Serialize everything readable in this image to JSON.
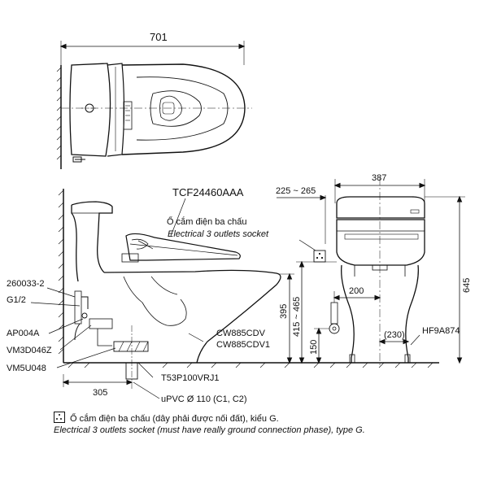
{
  "dimensions": {
    "top_width": "701",
    "seat_range": "225 ~ 265",
    "front_width": "387",
    "height_645": "645",
    "range_415_465": "415 ~ 465",
    "height_395": "395",
    "outlet_150": "150",
    "offset_200": "200",
    "offset_230": "(230)",
    "rough_305": "305"
  },
  "parts": {
    "seat_model": "TCF24460AAA",
    "socket_vn": "Ổ cắm điện ba chấu",
    "socket_en": "Electrical 3 outlets socket",
    "p_260033": "260033-2",
    "p_g12": "G1/2",
    "p_ap004a": "AP004A",
    "p_vm3d046z": "VM3D046Z",
    "p_vm5u048": "VM5U048",
    "p_cw885cdv": "CW885CDV",
    "p_cw885cdv1": "CW885CDV1",
    "p_t53p100": "T53P100VRJ1",
    "p_upvc": "uPVC Ø 110 (C1, C2)",
    "p_hf9a874": "HF9A874"
  },
  "notes": {
    "line1": "Ổ cắm điện ba chấu (dây phải được nối đất), kiểu G.",
    "line2": "Electrical 3 outlets socket (must have really ground connection phase), type G."
  }
}
